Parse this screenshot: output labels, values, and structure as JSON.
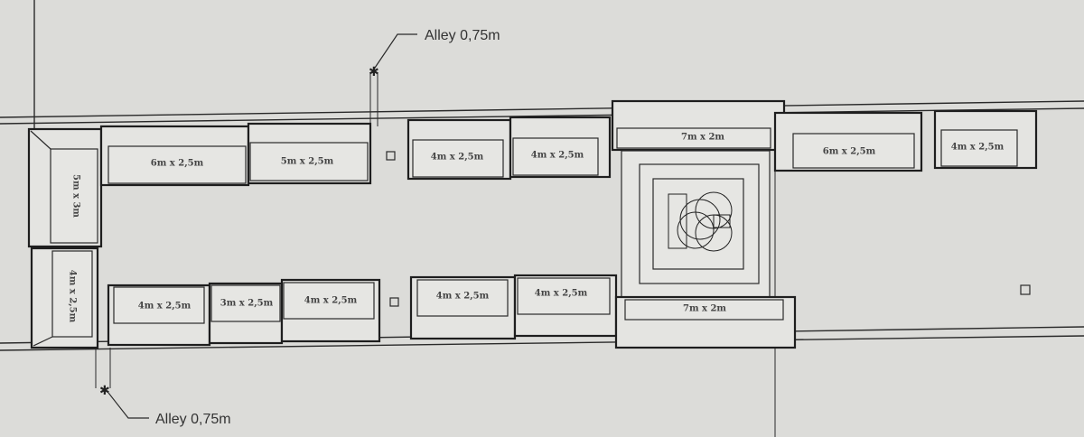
{
  "title": "Exhibition floor plan",
  "alleys": {
    "top": "Alley 0,75m",
    "bottom": "Alley 0,75m"
  },
  "booths": {
    "top": [
      "6m x 2,5m",
      "5m x 2,5m",
      "4m x 2,5m",
      "4m x 2,5m",
      "7m x 2m",
      "6m x 2,5m",
      "4m x 2,5m"
    ],
    "left": [
      "5m x 3m",
      "4m x 2,5m"
    ],
    "bottom": [
      "4m x 2,5m",
      "3m x 2,5m",
      "4m x 2,5m",
      "4m x 2,5m",
      "4m x 2,5m",
      "7m x 2m"
    ]
  }
}
